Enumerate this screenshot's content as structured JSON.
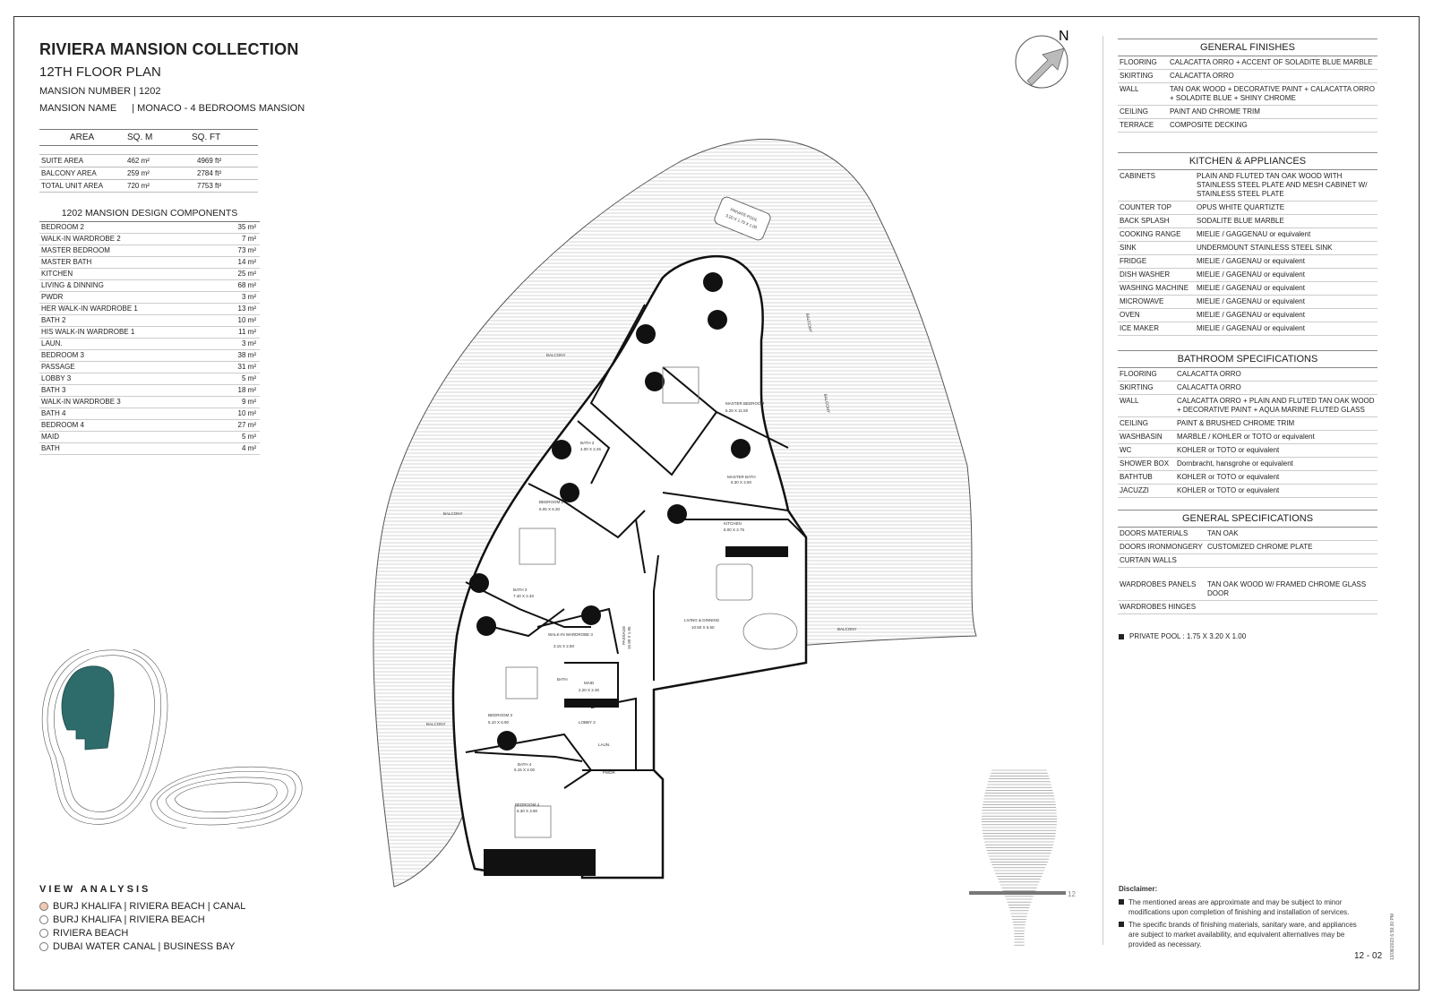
{
  "header": {
    "title": "RIVIERA MANSION COLLECTION",
    "floor_plan": "12TH FLOOR PLAN",
    "mansion_number_label": "MANSION NUMBER",
    "mansion_number": "| 1202",
    "mansion_name_label": "MANSION NAME",
    "mansion_name": "| MONACO - 4 BEDROOMS MANSION"
  },
  "area_table": {
    "headers": [
      "AREA",
      "SQ. M",
      "SQ. FT"
    ],
    "rows": [
      [
        "SUITE AREA",
        "462 m²",
        "4969 ft²"
      ],
      [
        "BALCONY AREA",
        "259 m²",
        "2784 ft²"
      ],
      [
        "TOTAL UNIT AREA",
        "720 m²",
        "7753 ft²"
      ]
    ]
  },
  "components": {
    "title": "1202 MANSION DESIGN COMPONENTS",
    "items": [
      [
        "BEDROOM 2",
        "35 m²"
      ],
      [
        "WALK-IN WARDROBE 2",
        "7 m²"
      ],
      [
        "MASTER BEDROOM",
        "73 m²"
      ],
      [
        "MASTER BATH",
        "14 m²"
      ],
      [
        "KITCHEN",
        "25 m²"
      ],
      [
        "LIVING & DINNING",
        "68 m²"
      ],
      [
        "PWDR",
        "3 m²"
      ],
      [
        "HER WALK-IN WARDROBE 1",
        "13 m²"
      ],
      [
        "BATH 2",
        "10 m²"
      ],
      [
        "HIS WALK-IN WARDROBE 1",
        "11 m²"
      ],
      [
        "LAUN.",
        "3 m²"
      ],
      [
        "BEDROOM 3",
        "38 m²"
      ],
      [
        "PASSAGE",
        "31 m²"
      ],
      [
        "LOBBY 3",
        "5 m²"
      ],
      [
        "BATH 3",
        "18 m²"
      ],
      [
        "WALK-IN WARDROBE 3",
        "9 m²"
      ],
      [
        "BATH 4",
        "10 m²"
      ],
      [
        "BEDROOM 4",
        "27 m²"
      ],
      [
        "MAID",
        "5 m²"
      ],
      [
        "BATH",
        "4 m²"
      ]
    ]
  },
  "general_finishes": {
    "title": "GENERAL FINISHES",
    "rows": [
      [
        "FLOORING",
        "CALACATTA ORRO + ACCENT OF SOLADITE BLUE MARBLE"
      ],
      [
        "SKIRTING",
        "CALACATTA ORRO"
      ],
      [
        "WALL",
        "TAN OAK WOOD + DECORATIVE PAINT + CALACATTA ORRO + SOLADITE BLUE + SHINY CHROME"
      ],
      [
        "CEILING",
        "PAINT AND CHROME TRIM"
      ],
      [
        "TERRACE",
        "COMPOSITE DECKING"
      ]
    ]
  },
  "kitchen": {
    "title": "KITCHEN & APPLIANCES",
    "rows": [
      [
        "CABINETS",
        "PLAIN AND FLUTED TAN OAK WOOD WITH STAINLESS STEEL PLATE AND MESH CABINET W/ STAINLESS STEEL PLATE"
      ],
      [
        "COUNTER TOP",
        "OPUS WHITE QUARTIZTE"
      ],
      [
        "BACK SPLASH",
        "SODALITE BLUE MARBLE"
      ],
      [
        "COOKING RANGE",
        "MIELIE / GAGGENAU or equivalent"
      ],
      [
        "SINK",
        "UNDERMOUNT STAINLESS STEEL SINK"
      ],
      [
        "FRIDGE",
        "MIELIE / GAGENAU or equivalent"
      ],
      [
        "DISH WASHER",
        "MIELIE / GAGENAU or equivalent"
      ],
      [
        "WASHING MACHINE",
        "MIELIE / GAGENAU or equivalent"
      ],
      [
        "MICROWAVE",
        "MIELIE / GAGENAU or equivalent"
      ],
      [
        "OVEN",
        "MIELIE / GAGENAU or equivalent"
      ],
      [
        "ICE MAKER",
        "MIELIE / GAGENAU or equivalent"
      ]
    ]
  },
  "bathroom": {
    "title": "BATHROOM SPECIFICATIONS",
    "rows": [
      [
        "FLOORING",
        "CALACATTA ORRO"
      ],
      [
        "SKIRTING",
        "CALACATTA ORRO"
      ],
      [
        "WALL",
        "CALACATTA ORRO + PLAIN AND FLUTED TAN OAK WOOD + DECORATIVE PAINT + AQUA MARINE FLUTED GLASS"
      ],
      [
        "CEILING",
        "PAINT & BRUSHED CHROME TRIM"
      ],
      [
        "WASHBASIN",
        "MARBLE / KOHLER or TOTO or equivalent"
      ],
      [
        "WC",
        "KOHLER or TOTO or equivalent"
      ],
      [
        "SHOWER BOX",
        "Dornbracht, hansgrohe or equivalent"
      ],
      [
        "BATHTUB",
        "KOHLER or TOTO or equivalent"
      ],
      [
        "JACUZZI",
        "KOHLER or TOTO or equivalent"
      ]
    ]
  },
  "general_specs": {
    "title": "GENERAL SPECIFICATIONS",
    "rows": [
      [
        "DOORS MATERIALS",
        "TAN OAK"
      ],
      [
        "DOORS IRONMONGERY",
        "CUSTOMIZED CHROME PLATE"
      ],
      [
        "CURTAIN WALLS",
        ""
      ],
      [
        "WARDROBES PANELS",
        "TAN OAK WOOD W/ FRAMED CHROME GLASS DOOR"
      ],
      [
        "WARDROBES HINGES",
        ""
      ]
    ]
  },
  "private_pool_note": "PRIVATE POOL : 1.75 X 3.20 X 1.00",
  "view_analysis": {
    "title": "VIEW ANALYSIS",
    "items": [
      {
        "label": "BURJ KHALIFA | RIVIERA BEACH | CANAL",
        "selected": true
      },
      {
        "label": "BURJ KHALIFA | RIVIERA BEACH",
        "selected": false
      },
      {
        "label": "RIVIERA BEACH",
        "selected": false
      },
      {
        "label": "DUBAI WATER CANAL | BUSINESS BAY",
        "selected": false
      }
    ],
    "selected_color": "#f3c9b4"
  },
  "disclaimer": {
    "title": "Disclaimer:",
    "items": [
      "The mentioned areas are approximate and may be subject to minor modifications upon completion of finishing and installation of services.",
      "The specific brands of finishing materials, sanitary ware, and appliances are subject to market availability, and equivalent alternatives may be provided as necessary."
    ]
  },
  "page_number": "12 - 02",
  "timestamp": "13/08/2023 6:59:30 PM",
  "compass_label": "N",
  "level_marker": "12",
  "plan_labels": {
    "balcony": "BALCONY",
    "pool": "PRIVATE POOL",
    "pool_dims": "3.20 X 1.75 X 1.00",
    "master_bedroom": "MASTER BEDROOM",
    "master_bedroom_dims": "6.25 X 11.50",
    "master_bath": "MASTER BATH",
    "master_bath_dims": "6.30 X 2.50",
    "kitchen": "KITCHEN",
    "kitchen_dims": "8.00 X 2.75",
    "living": "LIVING & DINNING",
    "living_dims": "10.50 X 6.50",
    "bedroom2": "BEDROOM 2",
    "bedroom2_dims": "6.05 X 6.30",
    "bath2": "BATH 2",
    "bath2_dims": "4.00 X 2.45",
    "bedroom3": "BEDROOM 3",
    "bedroom3_dims": "5.10 X 6.90",
    "bath3": "BATH 3",
    "bath3_dims": "7.40 X 2.40",
    "walkin3": "WALK-IN WARDROBE 3",
    "walkin3_dims": "3.15 X 2.80",
    "maid": "MAID",
    "maid_dims": "2.20 X 2.30",
    "bath": "BATH",
    "lobby3": "LOBBY 3",
    "laun": "LAUN.",
    "pwdr": "PWDR",
    "bath4": "BATH 4",
    "bath4_dims": "5.15 X 2.00",
    "bedroom4": "BEDROOM 4",
    "bedroom4_dims": "6.30 X 3.90",
    "passage": "PASSAGE",
    "passage_dims": "15.90 X 1.95"
  },
  "colors": {
    "unit_highlight": "#2e6b6b",
    "wall": "#111111",
    "hatch": "#999999"
  }
}
